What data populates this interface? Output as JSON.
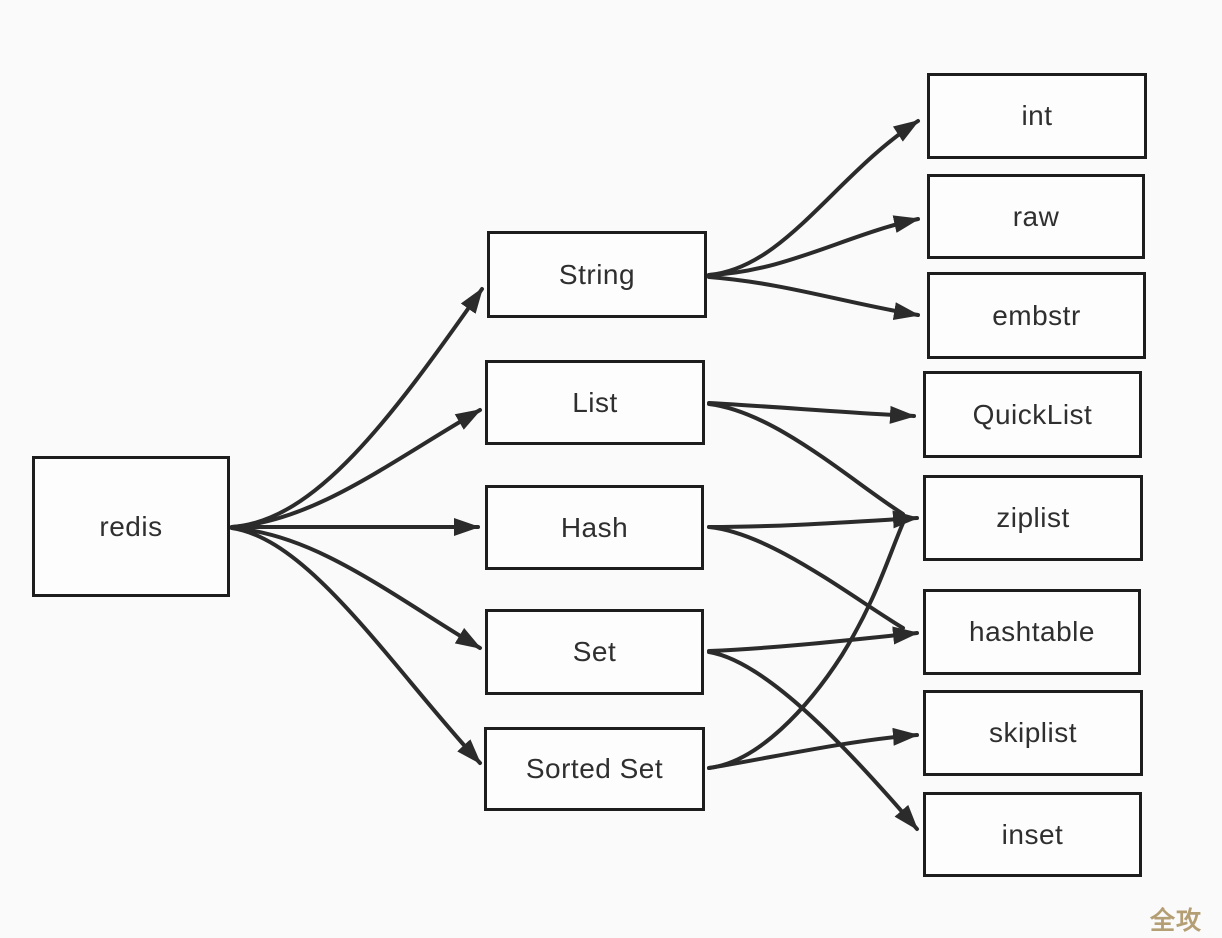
{
  "diagram": {
    "nodes": [
      {
        "id": "redis",
        "label": "redis"
      },
      {
        "id": "string",
        "label": "String"
      },
      {
        "id": "list",
        "label": "List"
      },
      {
        "id": "hash",
        "label": "Hash"
      },
      {
        "id": "sorted_set_parent_set",
        "label": "Set"
      },
      {
        "id": "sorted_set",
        "label": "Sorted Set"
      },
      {
        "id": "int",
        "label": "int"
      },
      {
        "id": "raw",
        "label": "raw"
      },
      {
        "id": "embstr",
        "label": "embstr"
      },
      {
        "id": "quicklist",
        "label": "QuickList"
      },
      {
        "id": "ziplist",
        "label": "ziplist"
      },
      {
        "id": "hashtable",
        "label": "hashtable"
      },
      {
        "id": "skiplist",
        "label": "skiplist"
      },
      {
        "id": "inset",
        "label": "inset"
      }
    ],
    "edges": [
      {
        "from": "redis",
        "to": "String"
      },
      {
        "from": "redis",
        "to": "List"
      },
      {
        "from": "redis",
        "to": "Hash"
      },
      {
        "from": "redis",
        "to": "Set"
      },
      {
        "from": "redis",
        "to": "Sorted Set"
      },
      {
        "from": "String",
        "to": "int"
      },
      {
        "from": "String",
        "to": "raw"
      },
      {
        "from": "String",
        "to": "embstr"
      },
      {
        "from": "List",
        "to": "QuickList"
      },
      {
        "from": "List",
        "to": "ziplist"
      },
      {
        "from": "Hash",
        "to": "ziplist"
      },
      {
        "from": "Hash",
        "to": "hashtable"
      },
      {
        "from": "Set",
        "to": "hashtable"
      },
      {
        "from": "Set",
        "to": "inset"
      },
      {
        "from": "Sorted Set",
        "to": "ziplist"
      },
      {
        "from": "Sorted Set",
        "to": "skiplist"
      }
    ],
    "colors": {
      "background": "#fafafa",
      "box_fill": "#fdfdfd",
      "box_border": "#1d1d1d",
      "line": "#2b2b2b",
      "text": "#2f2f2f",
      "watermark": "#b49e74"
    }
  },
  "watermark": {
    "text": "全攻略"
  }
}
